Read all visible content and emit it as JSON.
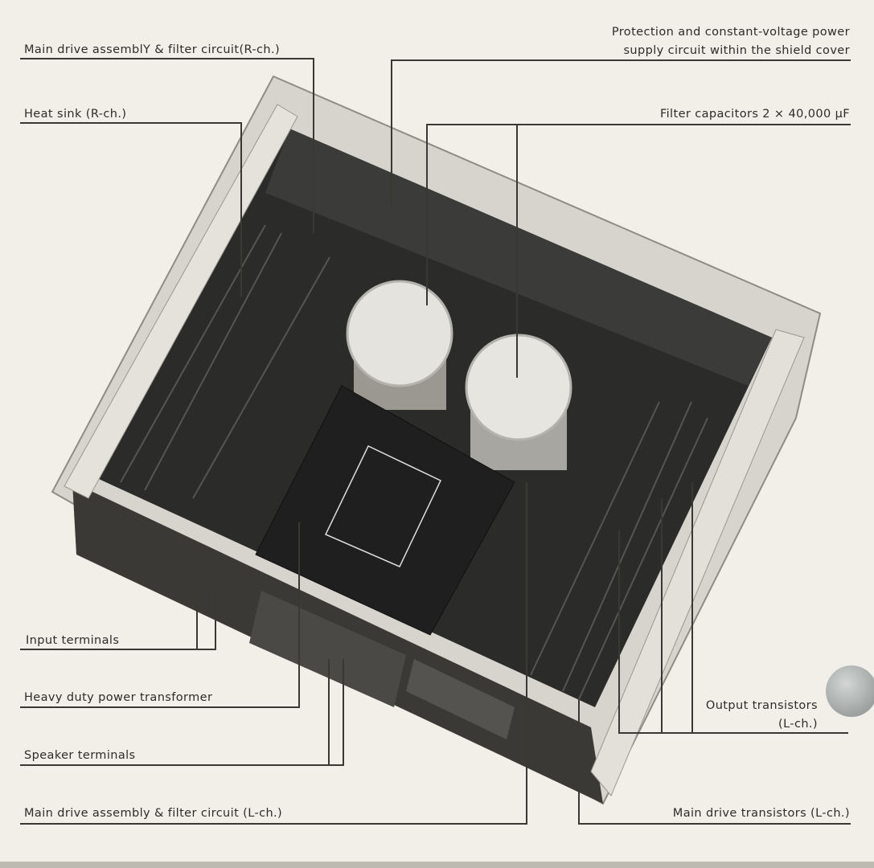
{
  "callouts": {
    "main_drive_r": "Main drive assemblY & filter circuit(R-ch.)",
    "heat_sink_r": "Heat sink (R-ch.)",
    "protection_line1": "Protection and constant-voltage power",
    "protection_line2": "supply circuit within the shield cover",
    "filter_caps": "Filter capacitors 2 × 40,000 μF",
    "input_terminals": "Input terminals",
    "power_transformer": "Heavy duty power transformer",
    "speaker_terminals": "Speaker terminals",
    "main_drive_l": "Main drive assembly & filter circuit (L-ch.)",
    "output_transistors_line1": "Output transistors",
    "output_transistors_line2": "(L-ch.)",
    "main_drive_transistors_l": "Main drive transistors (L-ch.)"
  },
  "colors": {
    "paper": "#f1efe8",
    "ink": "#2e2c28",
    "chassis": "#d9d7cf",
    "interior": "#2a2a2a"
  }
}
